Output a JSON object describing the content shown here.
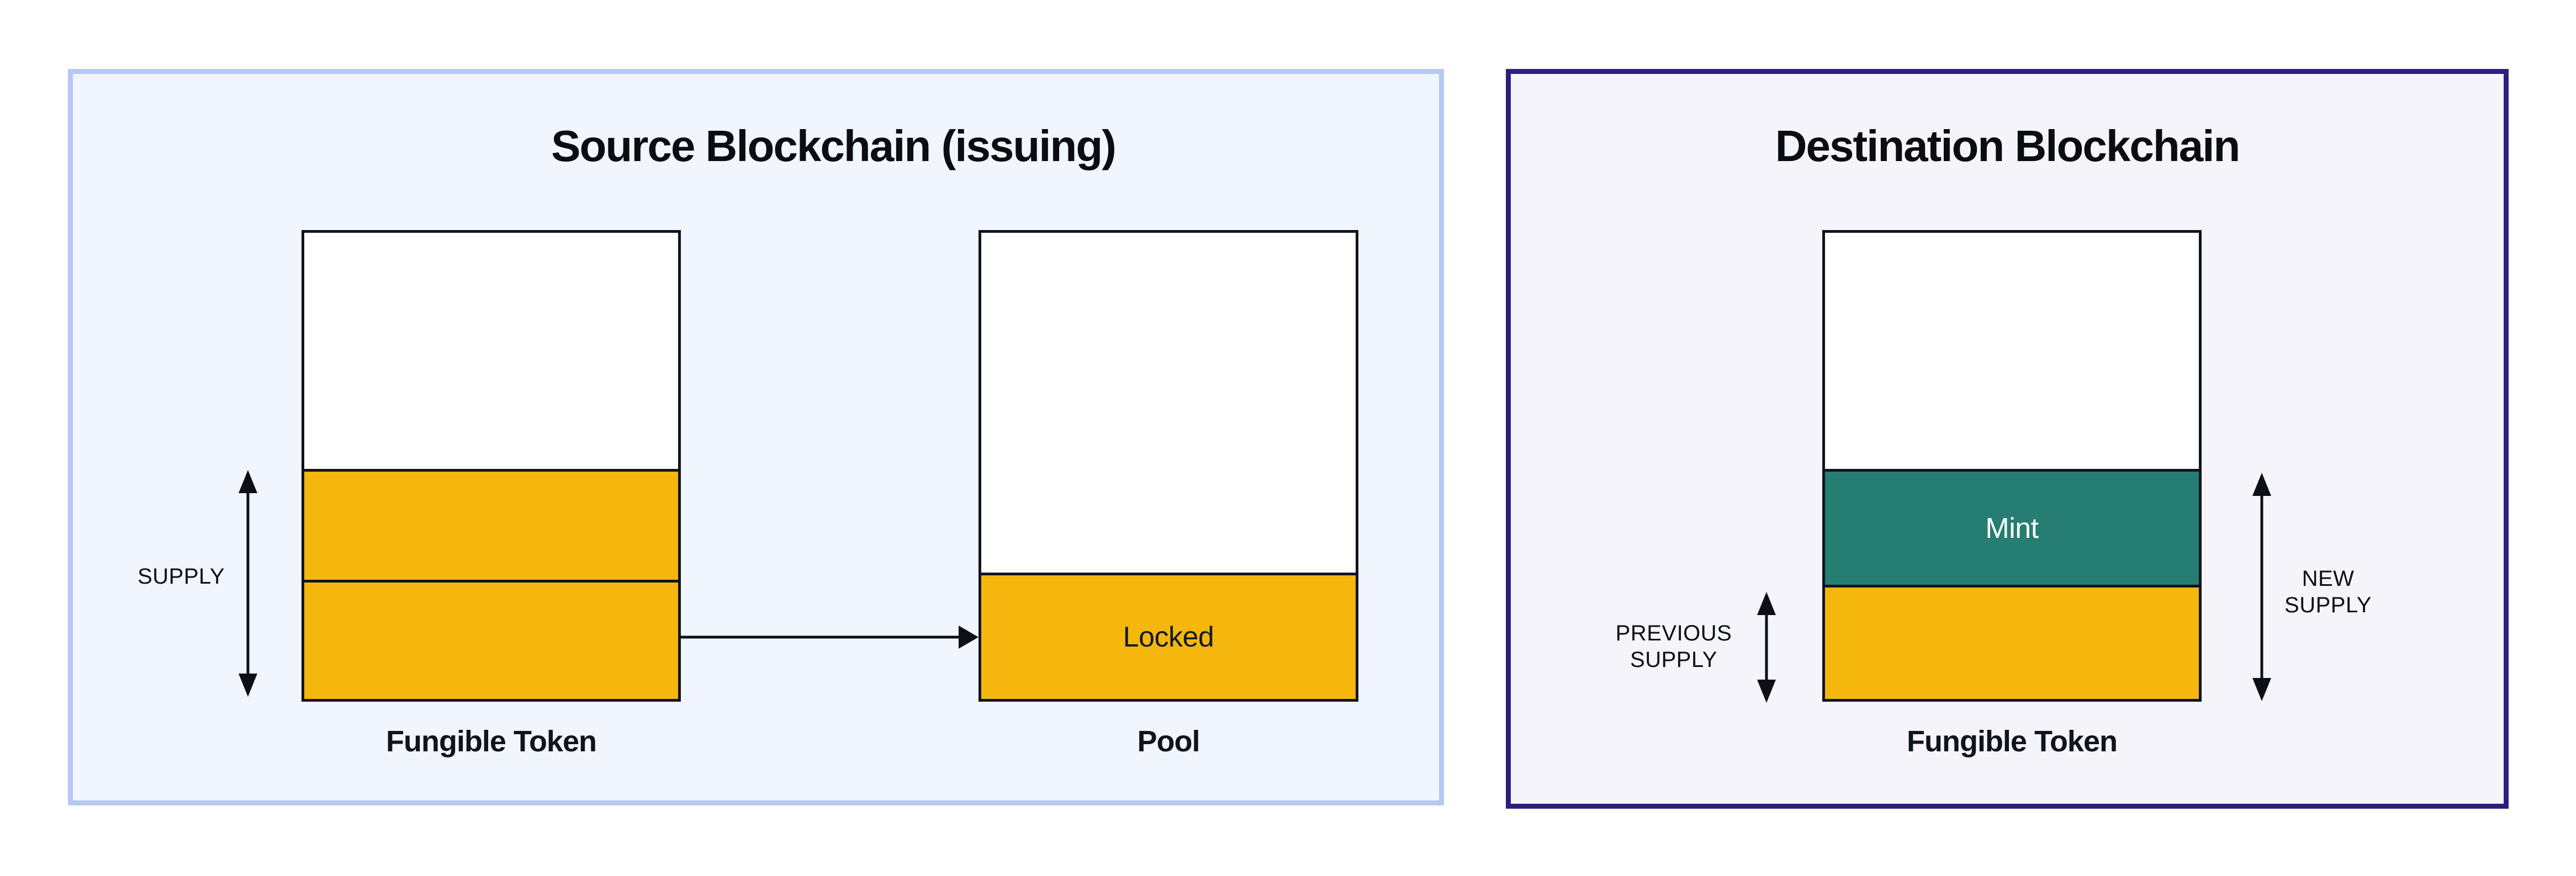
{
  "colors": {
    "page_bg": "#ffffff",
    "source_panel_bg": "#f1f5fd",
    "source_panel_border": "#b6c8f3",
    "destination_panel_bg": "#f5f4fb",
    "destination_panel_border": "#2e1e7e",
    "token_yellow": "#f5b70e",
    "mint_teal": "#267d72",
    "bar_outline": "#10141d",
    "arrow_black": "#0c0f15",
    "label_dark": "#151a28",
    "mint_text": "#ffffff"
  },
  "source_panel": {
    "title": "Source Blockchain (issuing)",
    "supply_label": "SUPPLY",
    "fungible_token_label": "Fungible Token",
    "locked_label": "Locked",
    "pool_label": "Pool"
  },
  "destination_panel": {
    "title": "Destination Blockchain",
    "previous_supply_line1": "PREVIOUS",
    "previous_supply_line2": "SUPPLY",
    "new_supply_line1": "NEW",
    "new_supply_line2": "SUPPLY",
    "mint_label": "Mint",
    "fungible_token_label": "Fungible Token"
  }
}
